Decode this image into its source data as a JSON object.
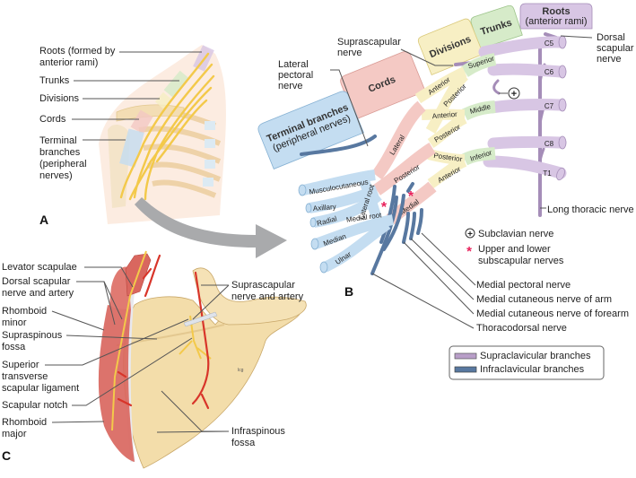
{
  "figure": {
    "panels": [
      "A",
      "B",
      "C"
    ]
  },
  "panel_a": {
    "labels": [
      {
        "line1": "Roots (formed by",
        "line2": "anterior rami)"
      },
      {
        "line1": "Trunks"
      },
      {
        "line1": "Divisions"
      },
      {
        "line1": "Cords"
      },
      {
        "line1": "Terminal",
        "line2": "branches",
        "line3": "(peripheral",
        "line4": "nerves)"
      }
    ]
  },
  "panel_b": {
    "headers": {
      "roots": {
        "line1": "Roots",
        "line2": "(anterior rami)"
      },
      "trunks": "Trunks",
      "divisions": "Divisions",
      "cords": "Cords",
      "terminal": {
        "line1": "Terminal branches",
        "line2": "(peripheral nerves)"
      }
    },
    "roots": [
      "C5",
      "C6",
      "C7",
      "C8",
      "T1"
    ],
    "trunks": [
      "Superior",
      "Middle",
      "Inferior"
    ],
    "divisions": [
      "Anterior",
      "Posterior",
      "Anterior",
      "Posterior",
      "Posterior",
      "Anterior"
    ],
    "cords": [
      "Lateral",
      "Posterior",
      "Medial"
    ],
    "terminal_branches": [
      "Musculocutaneous",
      "Axillary",
      "Radial",
      "Median",
      "Ulnar"
    ],
    "roots_of_median": [
      "Lateral root",
      "Medial root"
    ],
    "nerve_labels": {
      "suprascapular": {
        "line1": "Suprascapular",
        "line2": "nerve"
      },
      "lateral_pectoral": {
        "line1": "Lateral",
        "line2": "pectoral",
        "line3": "nerve"
      },
      "dorsal_scapular": {
        "line1": "Dorsal",
        "line2": "scapular",
        "line3": "nerve"
      },
      "long_thoracic": "Long thoracic nerve",
      "medial_pectoral": "Medial pectoral nerve",
      "medial_cut_arm": "Medial cutaneous nerve of arm",
      "medial_cut_forearm": "Medial cutaneous nerve of forearm",
      "thoracodorsal": "Thoracodorsal nerve"
    },
    "key": {
      "subclavian": {
        "symbol": "+",
        "label": "Subclavian nerve"
      },
      "subscapular": {
        "symbol": "*",
        "line1": "Upper and lower",
        "line2": "subscapular nerves"
      }
    },
    "legend": [
      {
        "label": "Supraclavicular branches",
        "color": "#b89ec8"
      },
      {
        "label": "Infraclavicular branches",
        "color": "#5878a0"
      }
    ]
  },
  "panel_c": {
    "labels_left": [
      {
        "line1": "Levator scapulae"
      },
      {
        "line1": "Dorsal scapular",
        "line2": "nerve and artery"
      },
      {
        "line1": "Rhomboid",
        "line2": "minor"
      },
      {
        "line1": "Supraspinous",
        "line2": "fossa"
      },
      {
        "line1": "Superior",
        "line2": "transverse",
        "line3": "scapular ligament"
      },
      {
        "line1": "Scapular notch"
      },
      {
        "line1": "Rhomboid",
        "line2": "major"
      }
    ],
    "labels_right": [
      {
        "line1": "Suprascapular",
        "line2": "nerve and artery"
      },
      {
        "line1": "Infraspinous",
        "line2": "fossa"
      }
    ],
    "signature": "lcg"
  },
  "colors": {
    "roots": "#d8c6e4",
    "trunks": "#d6ebc9",
    "divisions": "#f7efc4",
    "cords": "#f4c9c4",
    "terminal": "#c4ddf1",
    "infraclavicular": "#5878a0",
    "supraclavicular": "#a58db8",
    "asterisk": "#e8205a",
    "nerve_yellow": "#f3c94a",
    "muscle": "#d9675f",
    "bone": "#f3ddaa",
    "artery": "#d8352a"
  }
}
